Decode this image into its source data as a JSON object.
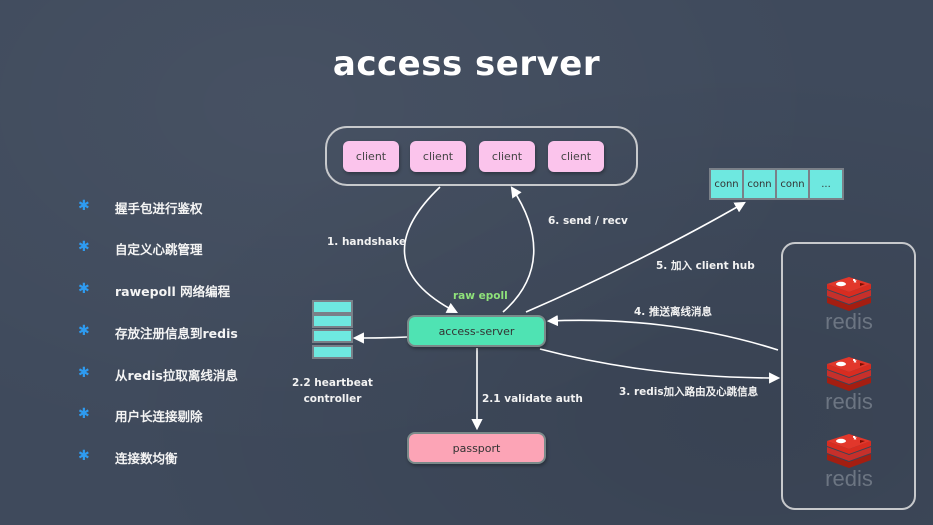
{
  "title": "access server",
  "bullets": [
    {
      "icon": "asterisk-icon",
      "text": "握手包进行鉴权"
    },
    {
      "icon": "asterisk-icon",
      "text": "自定义心跳管理"
    },
    {
      "icon": "asterisk-icon",
      "text": "rawepoll 网络编程"
    },
    {
      "icon": "asterisk-icon",
      "text": "存放注册信息到redis"
    },
    {
      "icon": "asterisk-icon",
      "text": "从redis拉取离线消息"
    },
    {
      "icon": "asterisk-icon",
      "text": "用户长连接剔除"
    },
    {
      "icon": "asterisk-icon",
      "text": "连接数均衡"
    }
  ],
  "star_glyph": "✱",
  "clients": [
    "client",
    "client",
    "client",
    "client"
  ],
  "conns": [
    "conn",
    "conn",
    "conn",
    "..."
  ],
  "nodes": {
    "access_server": "access-server",
    "passport": "passport"
  },
  "labels": {
    "handshake": "1.  handshake",
    "send_recv": "6. send / recv",
    "raw_epoll": "raw epoll",
    "client_hub": "5. 加入 client hub",
    "push_offline": "4. 推送离线消息",
    "redis_route": "3.  redis加入路由及心跳信息",
    "heartbeat_line1": "2.2  heartbeat",
    "heartbeat_line2": "controller",
    "validate_auth": "2.1  validate auth"
  },
  "redis_instances": [
    "redis",
    "redis",
    "redis"
  ],
  "colors": {
    "background": "#3f4a5c",
    "client": "#fbc4ec",
    "access_server": "#4fe3b3",
    "passport": "#fca4b6",
    "conn": "#6ee8e0",
    "bullet_star": "#2e9bf0",
    "raw_epoll": "#8fe27a",
    "redis_red": "#d42a20"
  }
}
